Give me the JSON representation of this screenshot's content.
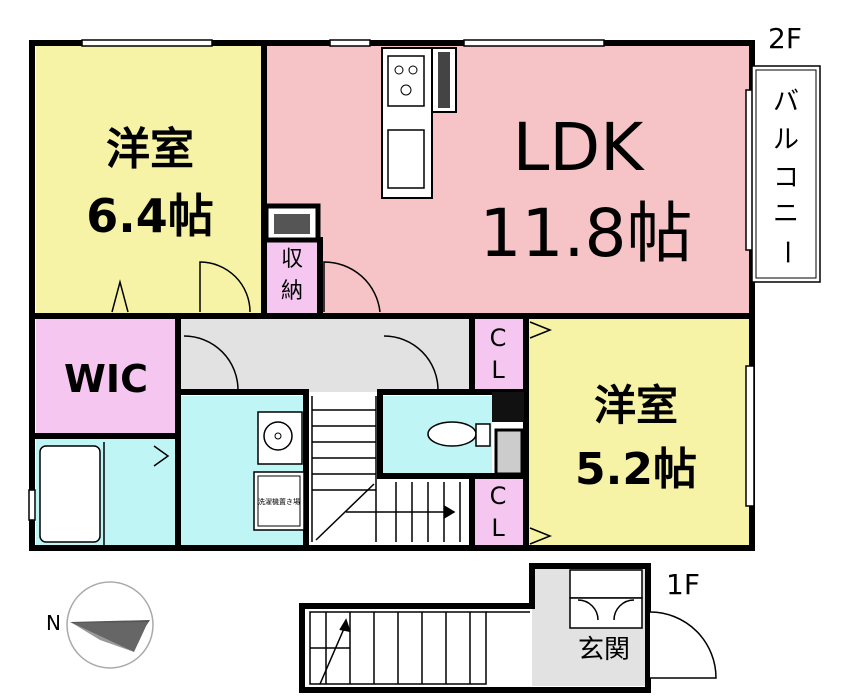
{
  "floors": {
    "upper": "2F",
    "lower": "1F"
  },
  "rooms": {
    "western_a": {
      "name": "洋室",
      "size": "6.4帖",
      "color": "#f6f3a6"
    },
    "ldk": {
      "name": "LDK",
      "size": "11.8帖",
      "color": "#f6c3c6"
    },
    "western_b": {
      "name": "洋室",
      "size": "5.2帖",
      "color": "#f6f3a6"
    },
    "wic": {
      "name": "WIC",
      "color": "#f4c6f0"
    },
    "storage": {
      "chars": [
        "収",
        "納"
      ],
      "color": "#f4c6f0"
    },
    "cl_upper": {
      "chars": [
        "C",
        "L"
      ],
      "color": "#f4c6f0"
    },
    "cl_lower": {
      "chars": [
        "C",
        "L"
      ],
      "color": "#f4c6f0"
    },
    "balcony": {
      "chars": [
        "バ",
        "ル",
        "コ",
        "ニ",
        "ー"
      ]
    },
    "entrance": {
      "name": "玄関"
    },
    "washroom": {
      "label": "洗濯機置き場",
      "color": "#bff5f5"
    },
    "hall": {
      "color": "#e2e2e2"
    }
  },
  "compass": {
    "north": "N"
  }
}
